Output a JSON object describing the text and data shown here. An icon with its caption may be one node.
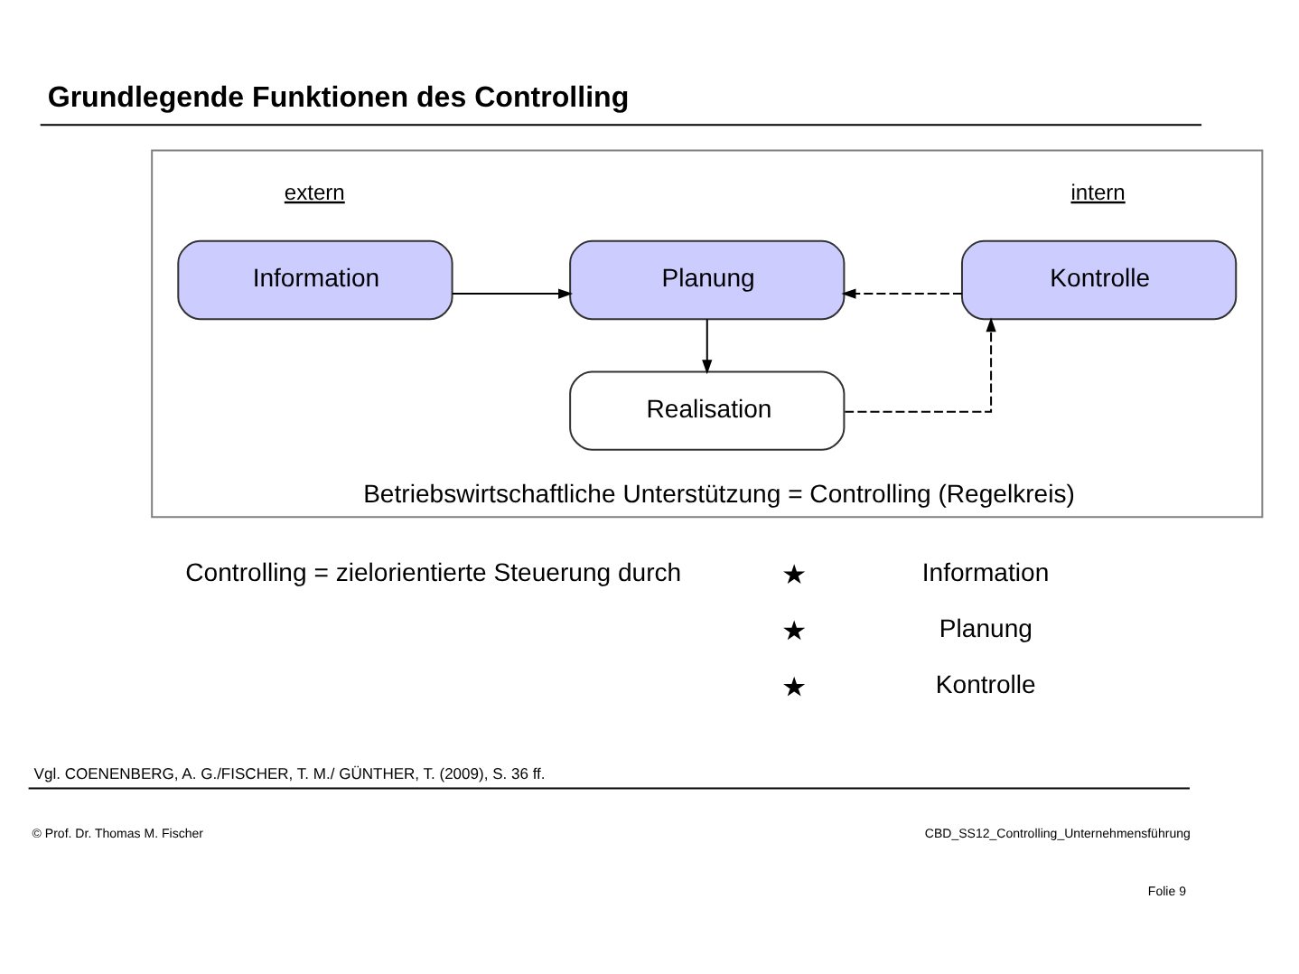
{
  "diagram": {
    "title": "Grundlegende Funktionen des Controlling",
    "nodes": [
      {
        "text": [
          "Betriebswirtschaftliche Unterstützung = Controlling (Regelkreis)"
        ]
      },
      {
        "text": [
          "Information"
        ],
        "in": 0,
        "beside": [
          "extern"
        ]
      },
      {
        "text": [
          "Planung"
        ],
        "in": 0
      },
      {
        "text": [
          "Kontrolle"
        ],
        "in": 0,
        "beside": [
          "intern"
        ]
      },
      {
        "text": [
          "Realisation"
        ],
        "in": 0
      }
    ],
    "edges": [
      {
        "from": 1,
        "to": 2,
        "arrow": "to"
      },
      {
        "from": 3,
        "to": 2,
        "arrow": "to",
        "style": "dashed"
      },
      {
        "from": 2,
        "to": 4,
        "arrow": "to"
      },
      {
        "from": 4,
        "to": 3,
        "arrow": "to",
        "style": "dashed"
      }
    ],
    "labels": [
      "Controlling = zielorientierte Steuerung durch",
      "Information",
      "Planung",
      "Kontrolle",
      "Vgl. COENENBERG, A. G./FISCHER, T. M./ GÜNTHER, T. (2009), S. 36 ff.",
      "© Prof. Dr. Thomas M. Fischer",
      "CBD_SS12_Controlling_Unternehmensführung",
      "Folie 9"
    ]
  }
}
